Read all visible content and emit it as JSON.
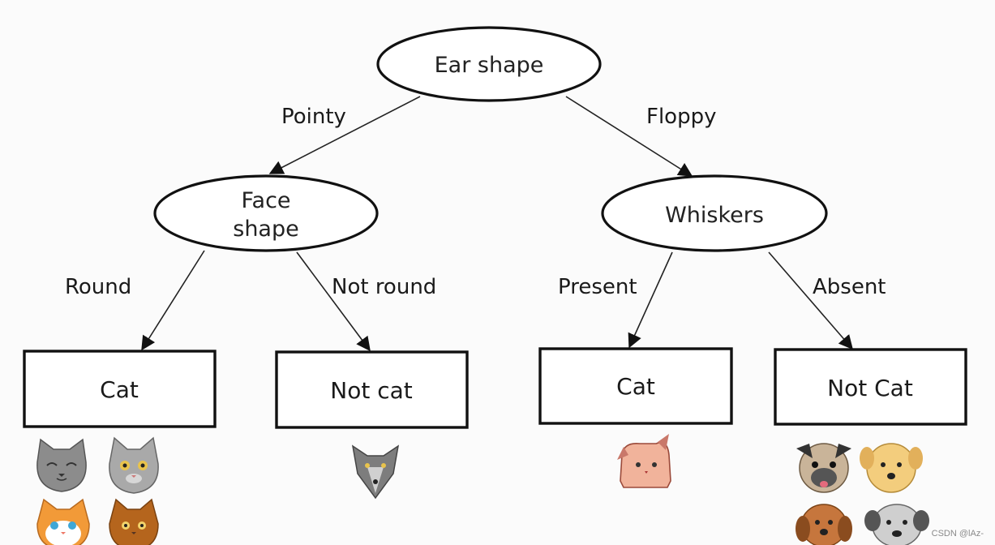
{
  "tree": {
    "root": {
      "label": "Ear shape"
    },
    "left_node": {
      "lines": [
        "Face",
        "shape"
      ]
    },
    "right_node": {
      "label": "Whiskers"
    },
    "edges": {
      "root_left": "Pointy",
      "root_right": "Floppy",
      "left_left": "Round",
      "left_right": "Not round",
      "right_left": "Present",
      "right_right": "Absent"
    },
    "leaves": [
      "Cat",
      "Not cat",
      "Cat",
      "Not Cat"
    ]
  },
  "animal_icons": {
    "leaf_1": [
      "gray-cat-icon",
      "gray-cat-icon",
      "orange-white-cat-icon",
      "brown-cat-icon"
    ],
    "leaf_2": [
      "gray-animal-icon"
    ],
    "leaf_3": [
      "floppy-ear-cat-icon"
    ],
    "leaf_4": [
      "pug-dog-icon",
      "tan-dog-icon",
      "brown-dog-icon",
      "gray-dog-icon"
    ]
  },
  "watermark": "CSDN @lAz-"
}
